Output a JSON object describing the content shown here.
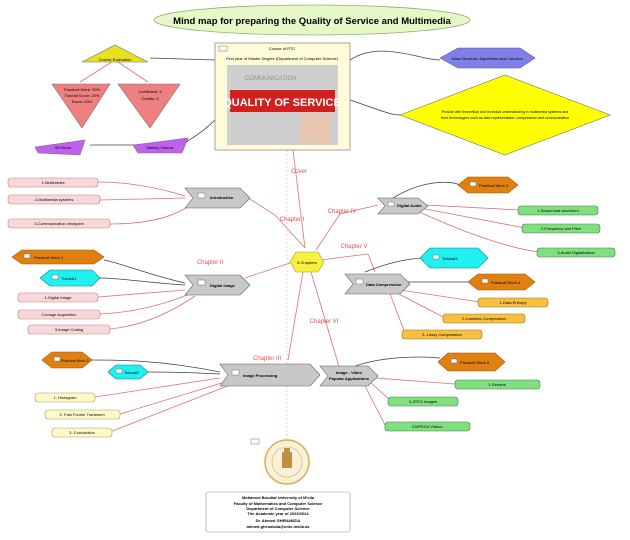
{
  "title": "Mind map for preparing the Quality of Service and Multimedia",
  "course": {
    "line1": "Course of RTC",
    "line2": "First year of Master Degree (Department of Computer Science)",
    "banner": "QUALITY OF SERVICE"
  },
  "top": {
    "eval": "Course Evaluation",
    "grades_1": "Practical Work: 20%",
    "grades_2": "Tutorial Score: 20%",
    "grades_3": "Exam: 60%",
    "coeff_1": "Coefficient: 3",
    "coeff_2": "Credits: 5",
    "hours": "90 Hours",
    "hours_weekly": "Weekly Volume",
    "prereq": "Data Structure, Algorithms and Calculus",
    "goal_1": "Provide with theoretical and technical understanding in multimedia systems and",
    "goal_2": "their technologies such as data representation, compression and communication"
  },
  "center": {
    "label": "6 Chapters",
    "cover": "Cover"
  },
  "chapters": {
    "c1": "Chapter I",
    "c2": "Chapter II",
    "c3": "Chapter III",
    "c4": "Chapter IV",
    "c5": "Chapter V",
    "c6": "Chapter VI"
  },
  "intro": {
    "title": "Introduction",
    "items": [
      "1-Multimedia",
      "2-Multimedia systems",
      "3-Communication viewpoint"
    ]
  },
  "digital_image": {
    "title": "Digital Image",
    "pw": "Practical Work 1",
    "tut": "Tutorial1",
    "items": [
      "1-Digital Image",
      "2-Image Acquisition",
      "3-Image Coding"
    ]
  },
  "image_processing": {
    "title": "Image Processing",
    "pw": "Practical Work 2",
    "tut": "Tutorial2",
    "items": [
      "1- Histogram",
      "2- Fast Fourier Transform",
      "3- Convolution"
    ]
  },
  "digital_audio": {
    "title": "Digital Audio",
    "pw": "Practical Work 3",
    "items": [
      "1-Sound and waveform",
      "2-Frequency and Pitch",
      "3-Audio Digitalization"
    ]
  },
  "compression": {
    "title": "Data Compression",
    "pw": "Practical Work 4",
    "tut": "Tutorial3",
    "items": [
      "1-Data Entropy",
      "2-Lossless Compression",
      "3- Lossy Compression"
    ]
  },
  "applications": {
    "title_1": "Image - Video",
    "title_2": "Popular Applications",
    "pw": "Practical Work 5",
    "items": [
      "1-General",
      "2-JPEG Images",
      "3-MPEG4 Videos"
    ]
  },
  "footer": {
    "line1": "Mohamed Boudiaf University of M'sila",
    "line2": "Faculty of Mathematics and Computer Science",
    "line3": "Department of Computer Science",
    "line4": "The Academic year of 2023/2024",
    "line5": "Dr. Ahmed GHENABZIA",
    "line6": "ahmed.ghenabzia@univ-msila.dz"
  },
  "colors": {
    "title_fill": "#e6f8c8",
    "chapter_node": "#c8c8c8",
    "pink": "#f8d8d8",
    "green": "#80e080",
    "orange": "#f8c040",
    "cream": "#fff8c8",
    "hexagon_orange": "#e08010",
    "hexagon_cyan": "#20f0f0",
    "center": "#f8f040",
    "chapter_text": "#e05050",
    "prereq": "#8080e8",
    "purple": "#c060f0",
    "eval": "#e8e020",
    "grade_red": "#f08080"
  }
}
